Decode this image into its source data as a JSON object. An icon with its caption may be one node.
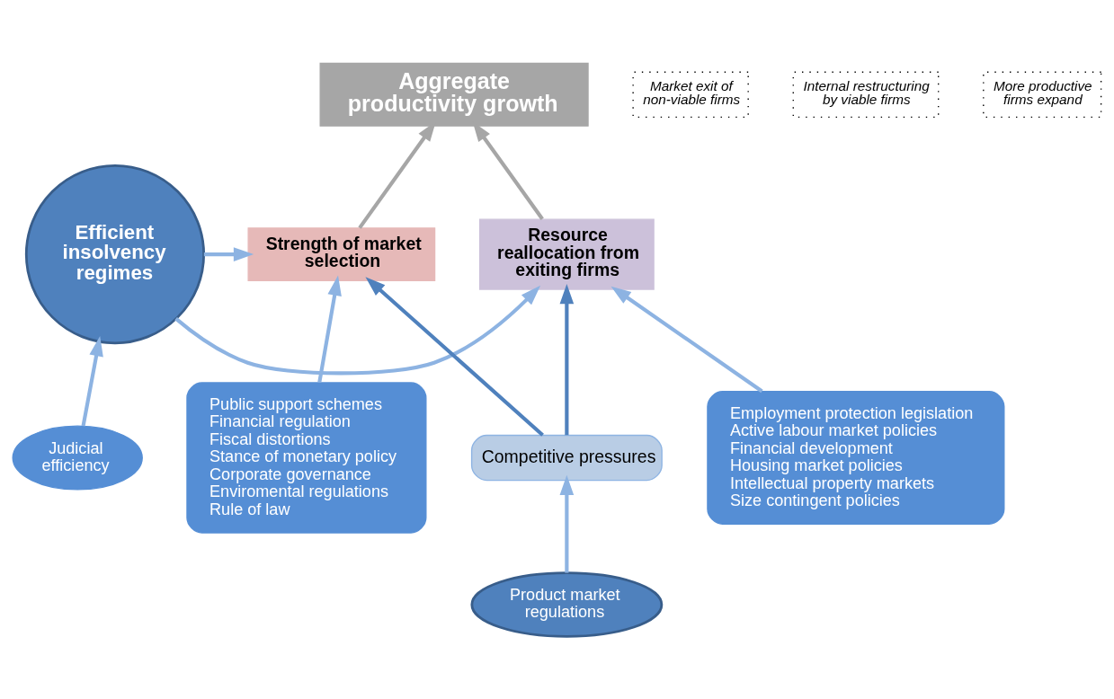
{
  "diagram": {
    "nodes": [
      {
        "text": [
          "Aggregate productivity growth"
        ]
      },
      {
        "text": [
          "Market exit of non-viable firms"
        ]
      },
      {
        "text": [
          "Internal restructuring by viable firms"
        ]
      },
      {
        "text": [
          "More productive firms expand"
        ]
      },
      {
        "text": [
          "Strength of market selection"
        ]
      },
      {
        "text": [
          "Efficient insolvency regimes"
        ]
      },
      {
        "text": [
          "Resource reallocation from exiting firms"
        ]
      },
      {
        "text": [
          "Public support schemes",
          "Financial regulation",
          "Fiscal distortions",
          "Stance of monetary policy",
          "Corporate governance",
          "Enviromental regulations",
          "Rule of law"
        ]
      },
      {
        "text": [
          "Judicial efficiency"
        ]
      },
      {
        "text": [
          "Employment protection legislation",
          "Active labour market policies",
          "Financial development",
          "Housing market policies",
          "Intellectual property markets",
          "Size contingent policies"
        ]
      },
      {
        "text": [
          "Competitive pressures"
        ]
      },
      {
        "text": [
          "Product market regulations"
        ]
      }
    ],
    "edges": [
      {
        "from": 4,
        "to": 0,
        "arrow": "to",
        "color": "#a6a6a6"
      },
      {
        "from": 6,
        "to": 0,
        "arrow": "to",
        "color": "#a6a6a6"
      },
      {
        "from": 5,
        "to": 4,
        "arrow": "to"
      },
      {
        "from": 5,
        "to": 6,
        "arrow": "to"
      },
      {
        "from": 7,
        "to": 4,
        "arrow": "to"
      },
      {
        "from": 8,
        "to": 5,
        "arrow": "to"
      },
      {
        "from": 9,
        "to": 6,
        "arrow": "to"
      },
      {
        "from": 11,
        "to": 10,
        "arrow": "to"
      },
      {
        "from": 10,
        "to": 4,
        "arrow": "to",
        "color": "#4f81bd"
      },
      {
        "from": 10,
        "to": 6,
        "arrow": "to",
        "color": "#4f81bd"
      }
    ]
  }
}
